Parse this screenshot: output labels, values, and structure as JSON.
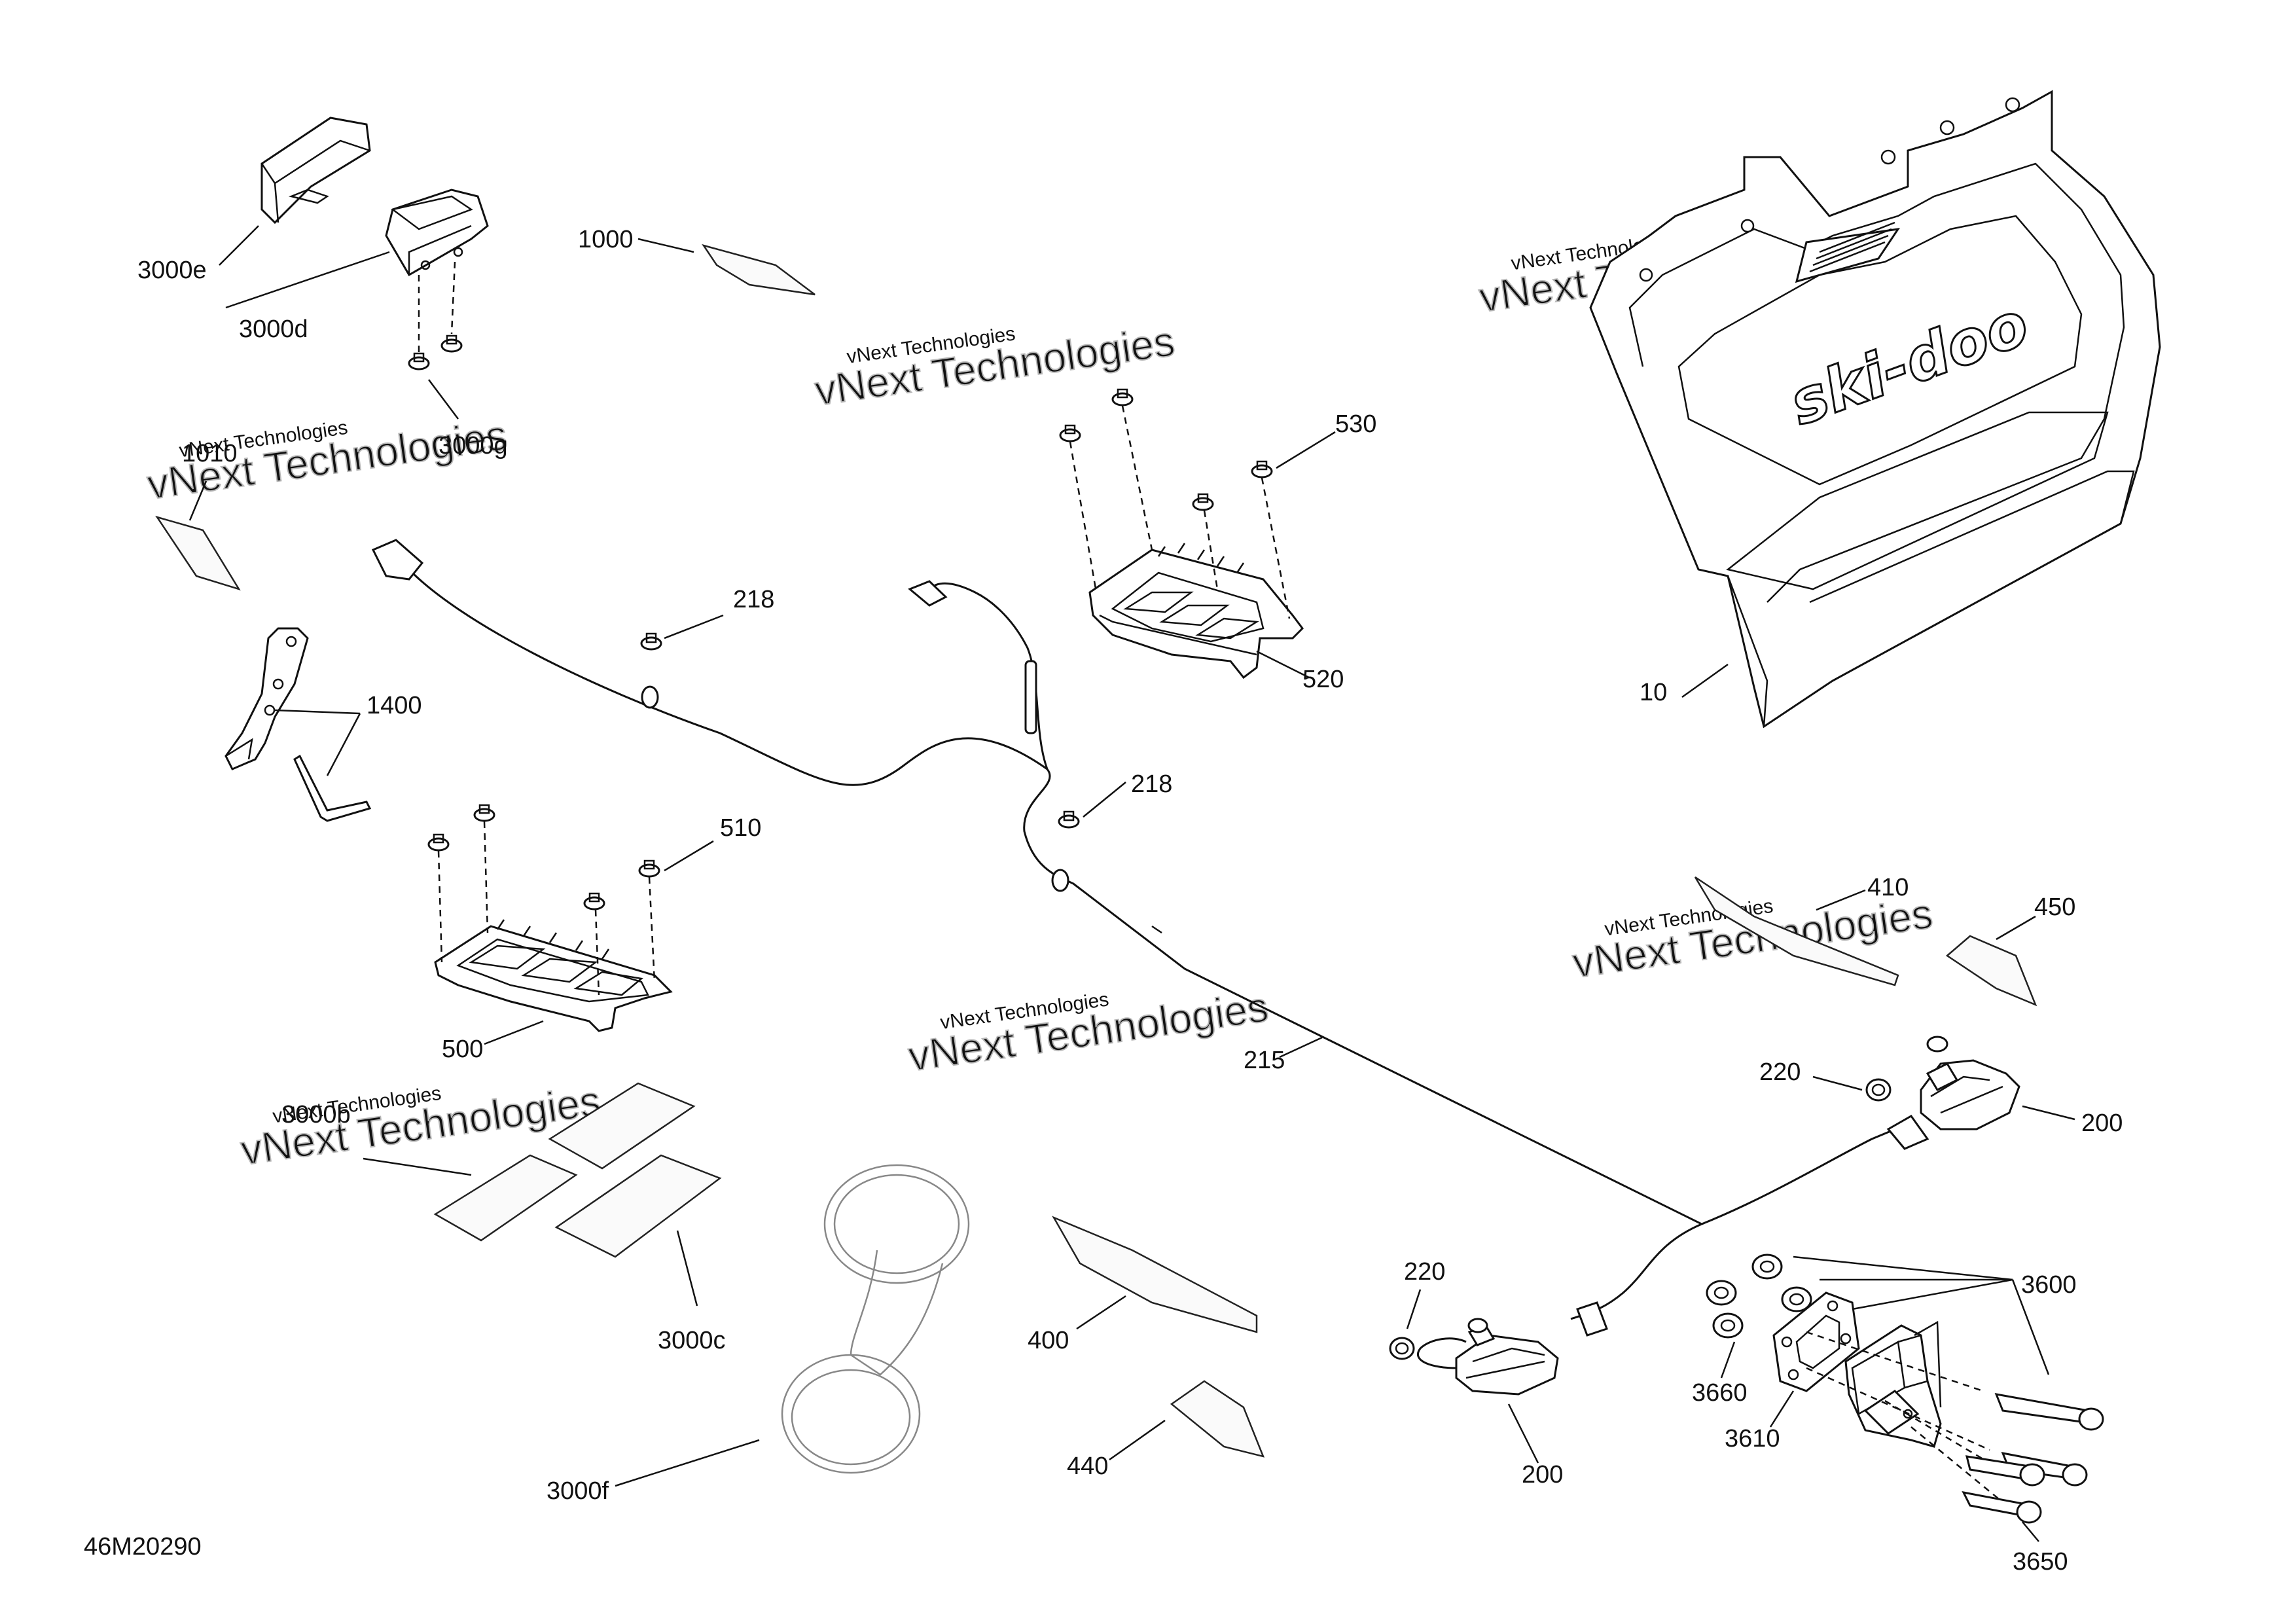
{
  "figure": {
    "code": "46M20290",
    "brand_logo": "ski-doo",
    "watermark": {
      "line1": "vNext Technologies",
      "line2": "vNext Technologies"
    }
  },
  "callouts": {
    "c_3000e": "3000e",
    "c_3000d": "3000d",
    "c_3000g": "3000g",
    "c_1000": "1000",
    "c_1010": "1010",
    "c_1400": "1400",
    "c_218a": "218",
    "c_218b": "218",
    "c_530": "530",
    "c_520": "520",
    "c_510": "510",
    "c_500": "500",
    "c_10": "10",
    "c_410": "410",
    "c_450": "450",
    "c_215": "215",
    "c_220a": "220",
    "c_200a": "200",
    "c_3000b": "3000b",
    "c_3000c": "3000c",
    "c_3000f": "3000f",
    "c_400": "400",
    "c_440": "440",
    "c_220b": "220",
    "c_200b": "200",
    "c_3600": "3600",
    "c_3660": "3660",
    "c_3610": "3610",
    "c_3650": "3650"
  }
}
